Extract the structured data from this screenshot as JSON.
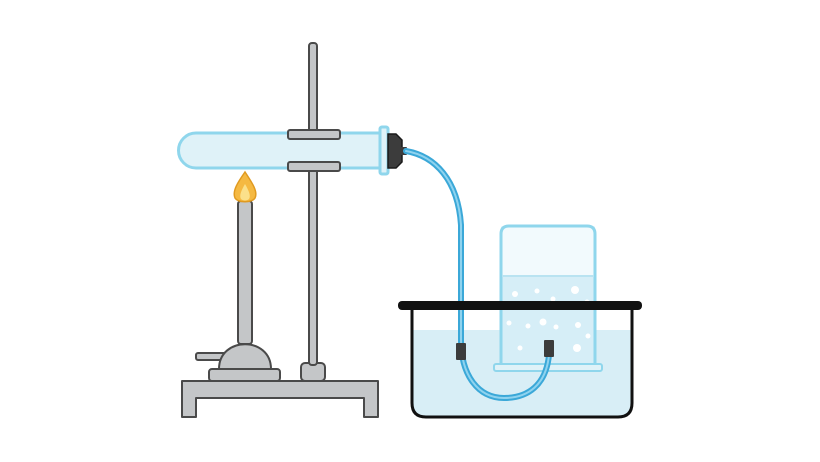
{
  "diagram": {
    "subject": "gas-collection-over-water-setup",
    "parts": [
      "retort-stand",
      "clamp",
      "boiling-tube",
      "bunsen-burner",
      "flame",
      "stopper",
      "delivery-tube",
      "trough",
      "water",
      "gas-jar",
      "gas-bubbles",
      "beehive-shelf"
    ],
    "colors": {
      "outline": "#111111",
      "metal_fill": "#c4c6c8",
      "metal_stroke": "#4a4a4a",
      "glass_fill": "#dff2f8",
      "glass_stroke": "#8fd6ec",
      "water_fill": "#d8eef6",
      "delivery_tube": "#3ba8d8",
      "flame_outer": "#f5b942",
      "flame_inner": "#fbe08a",
      "stopper": "#3c3c3c",
      "bubbles": "#ffffff"
    },
    "bubble_count": 13
  }
}
